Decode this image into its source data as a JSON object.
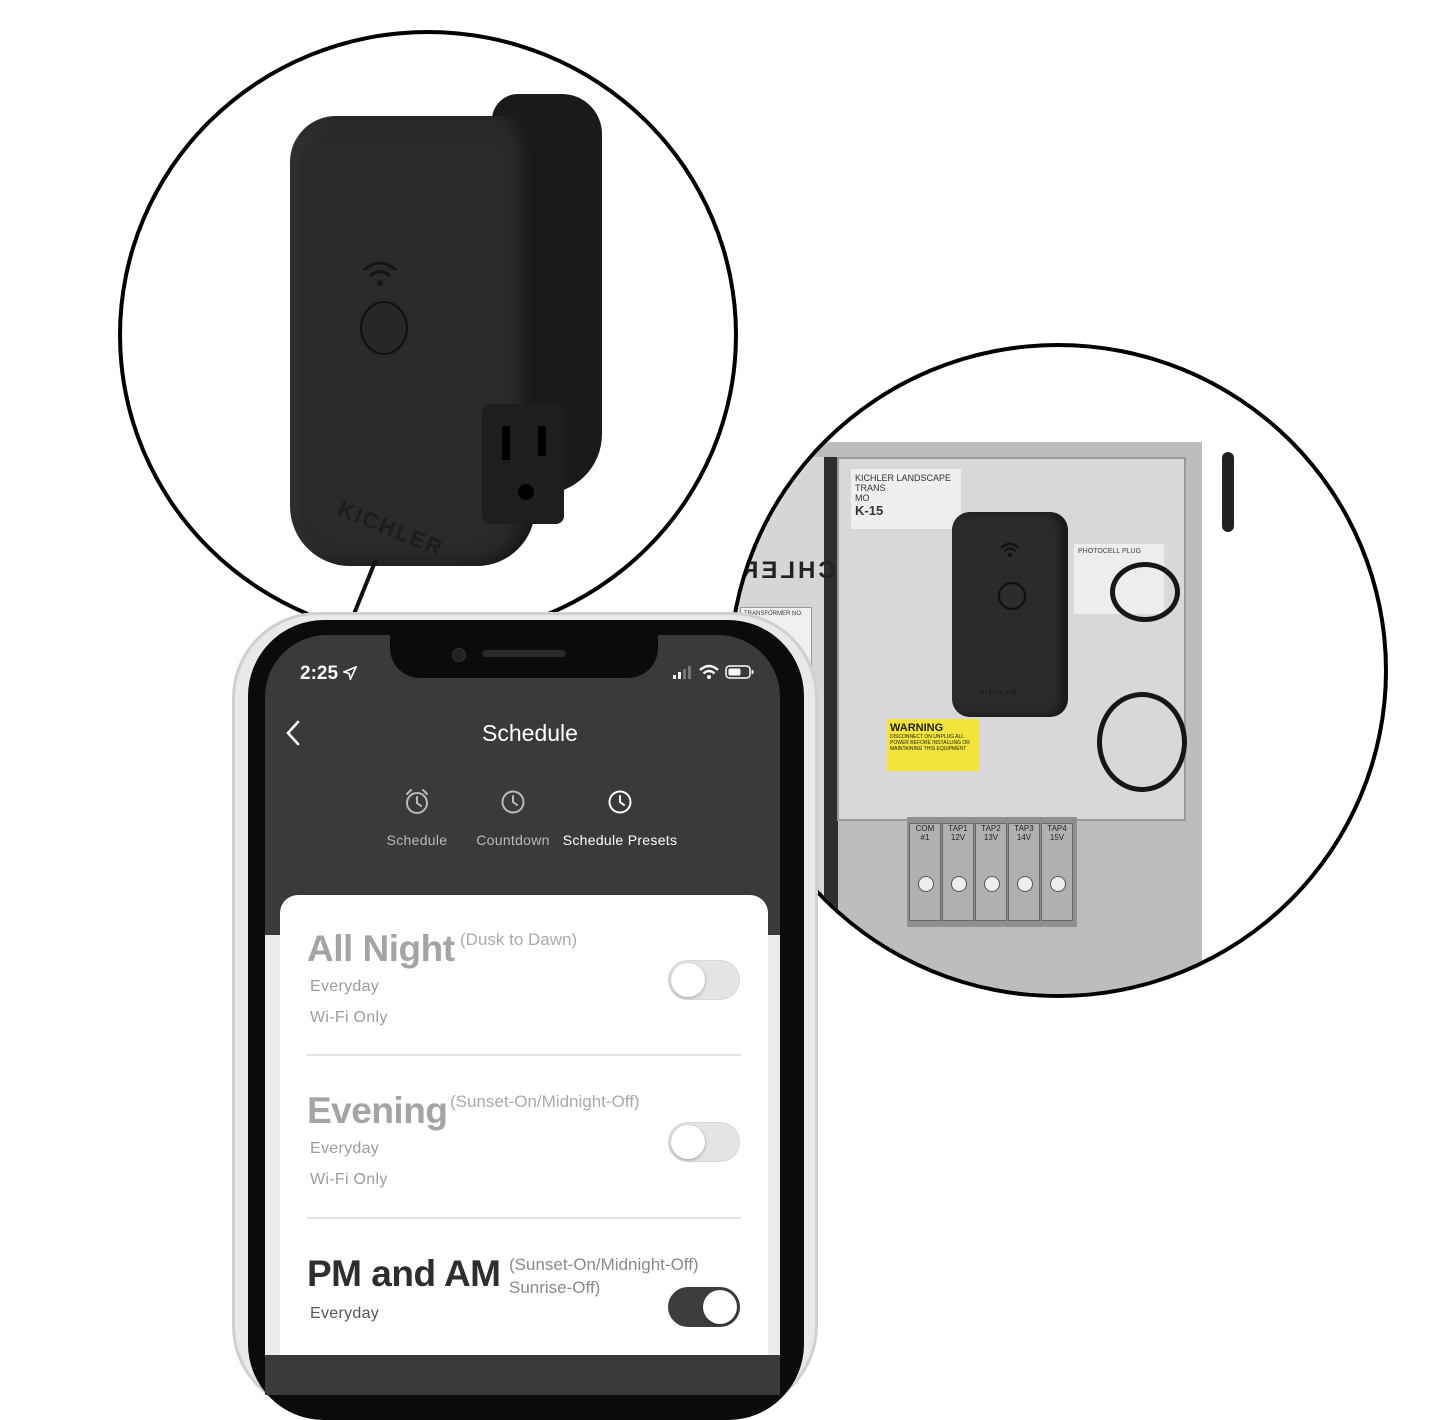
{
  "device_photo": {
    "brand_text": "KICHLER"
  },
  "transformer_photo": {
    "door_text": "KICHLER",
    "door_sheet_text": "TRANSFORMER NO.",
    "plate_line1": "KICHLER LANDSCAPE",
    "plate_line2": "TRANS",
    "plate_line3": "MO",
    "plate_model": "K-15",
    "right_plate_text": "PHOTOCELL PLUG",
    "warning_title": "WARNING",
    "warning_body": "DISCONNECT ON UNPLUG ALL POWER BEFORE INSTALLING OR MAINTAINING THIS EQUIPMENT",
    "device_brand": "KICHLER",
    "terminals": [
      {
        "top": "COM",
        "bottom": "#1"
      },
      {
        "top": "TAP1",
        "bottom": "12V"
      },
      {
        "top": "TAP2",
        "bottom": "13V"
      },
      {
        "top": "TAP3",
        "bottom": "14V"
      },
      {
        "top": "TAP4",
        "bottom": "15V"
      }
    ]
  },
  "status_bar": {
    "time": "2:25",
    "location_icon": "location-arrow-icon",
    "signal_icon": "cellular-signal-icon",
    "wifi_icon": "wifi-icon",
    "battery_icon": "battery-icon"
  },
  "header": {
    "back_icon": "chevron-left-icon",
    "title": "Schedule"
  },
  "tabs": [
    {
      "label": "Schedule",
      "icon": "alarm-clock-icon",
      "active": false
    },
    {
      "label": "Countdown",
      "icon": "clock-icon",
      "active": false
    },
    {
      "label": "Schedule Presets",
      "icon": "clock-icon",
      "active": true
    }
  ],
  "presets": [
    {
      "name": "All Night",
      "subtitle": "(Dusk to Dawn)",
      "days": "Everyday",
      "mode": "Wi-Fi Only",
      "enabled": false
    },
    {
      "name": "Evening",
      "subtitle": "(Sunset-On/Midnight-Off)",
      "days": "Everyday",
      "mode": "Wi-Fi Only",
      "enabled": false
    },
    {
      "name": "PM and AM",
      "subtitle_line1": "(Sunset-On/Midnight-Off)",
      "subtitle_line2": "Sunrise-Off)",
      "days": "Everyday",
      "enabled": true
    }
  ],
  "colors": {
    "app_header_bg": "#3a3a3a",
    "toggle_on": "#3d3d3d",
    "toggle_off": "#e4e4e4",
    "warning_label": "#f3e33a"
  }
}
